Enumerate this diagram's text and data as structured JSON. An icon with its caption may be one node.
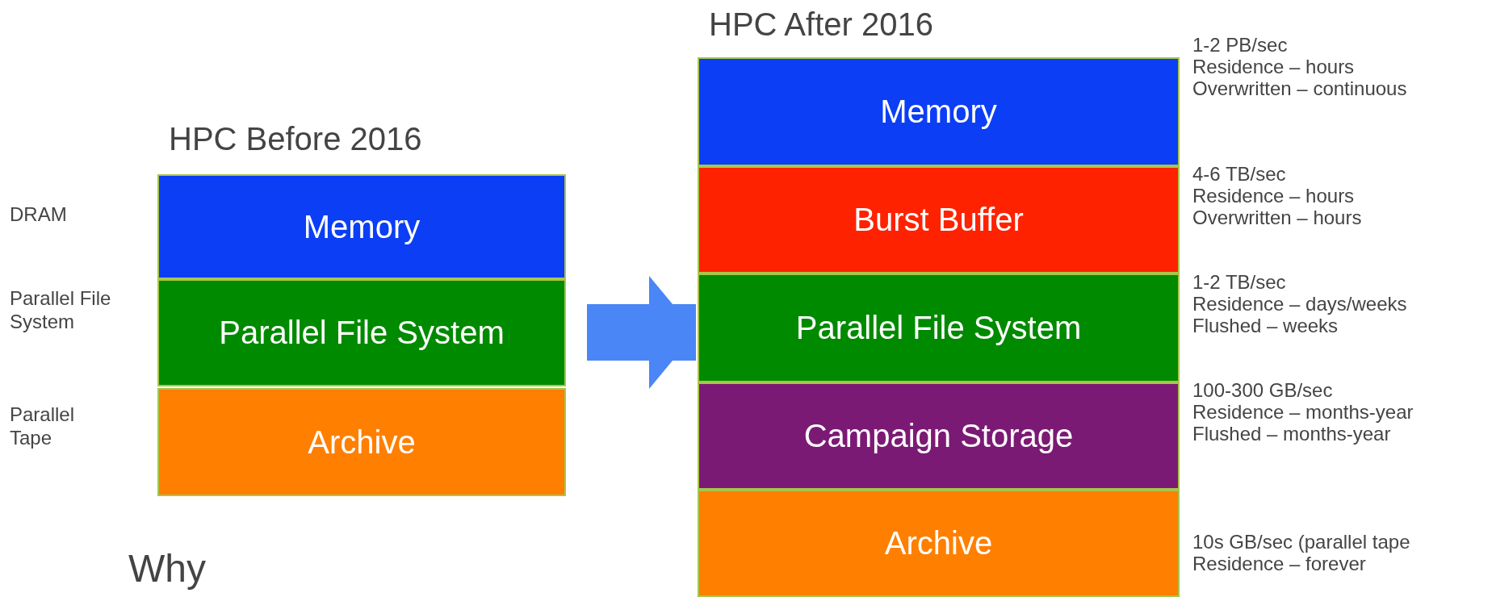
{
  "diagram": {
    "nodes": [
      {
        "text": [
          "HPC Before 2016"
        ]
      },
      {
        "text": [
          "Memory"
        ],
        "in": 0
      },
      {
        "text": [
          "Parallel File System"
        ],
        "in": 0
      },
      {
        "text": [
          "Archive"
        ],
        "in": 0
      },
      {
        "text": [
          "HPC After 2016"
        ]
      },
      {
        "text": [
          "Memory"
        ],
        "in": 4,
        "beside": [
          "1-2 PB/sec",
          "Residence – hours",
          "Overwritten – continuous"
        ]
      },
      {
        "text": [
          "Burst Buffer"
        ],
        "in": 4,
        "beside": [
          "4-6 TB/sec",
          "Residence – hours",
          "Overwritten – hours"
        ]
      },
      {
        "text": [
          "Parallel File System"
        ],
        "in": 4,
        "beside": [
          "1-2 TB/sec",
          "Residence – days/weeks",
          "Flushed – weeks"
        ]
      },
      {
        "text": [
          "Campaign Storage"
        ],
        "in": 4,
        "beside": [
          "100-300 GB/sec",
          "Residence – months-year",
          "Flushed – months-year"
        ]
      },
      {
        "text": [
          "Archive"
        ],
        "in": 4,
        "beside": [
          "10s GB/sec (parallel tape",
          "Residence – forever"
        ]
      }
    ],
    "edges": [
      {
        "from": 0,
        "to": 4,
        "arrow": "to"
      }
    ],
    "labels": [
      "DRAM",
      "Parallel File System",
      "Parallel Tape",
      "Why"
    ]
  }
}
